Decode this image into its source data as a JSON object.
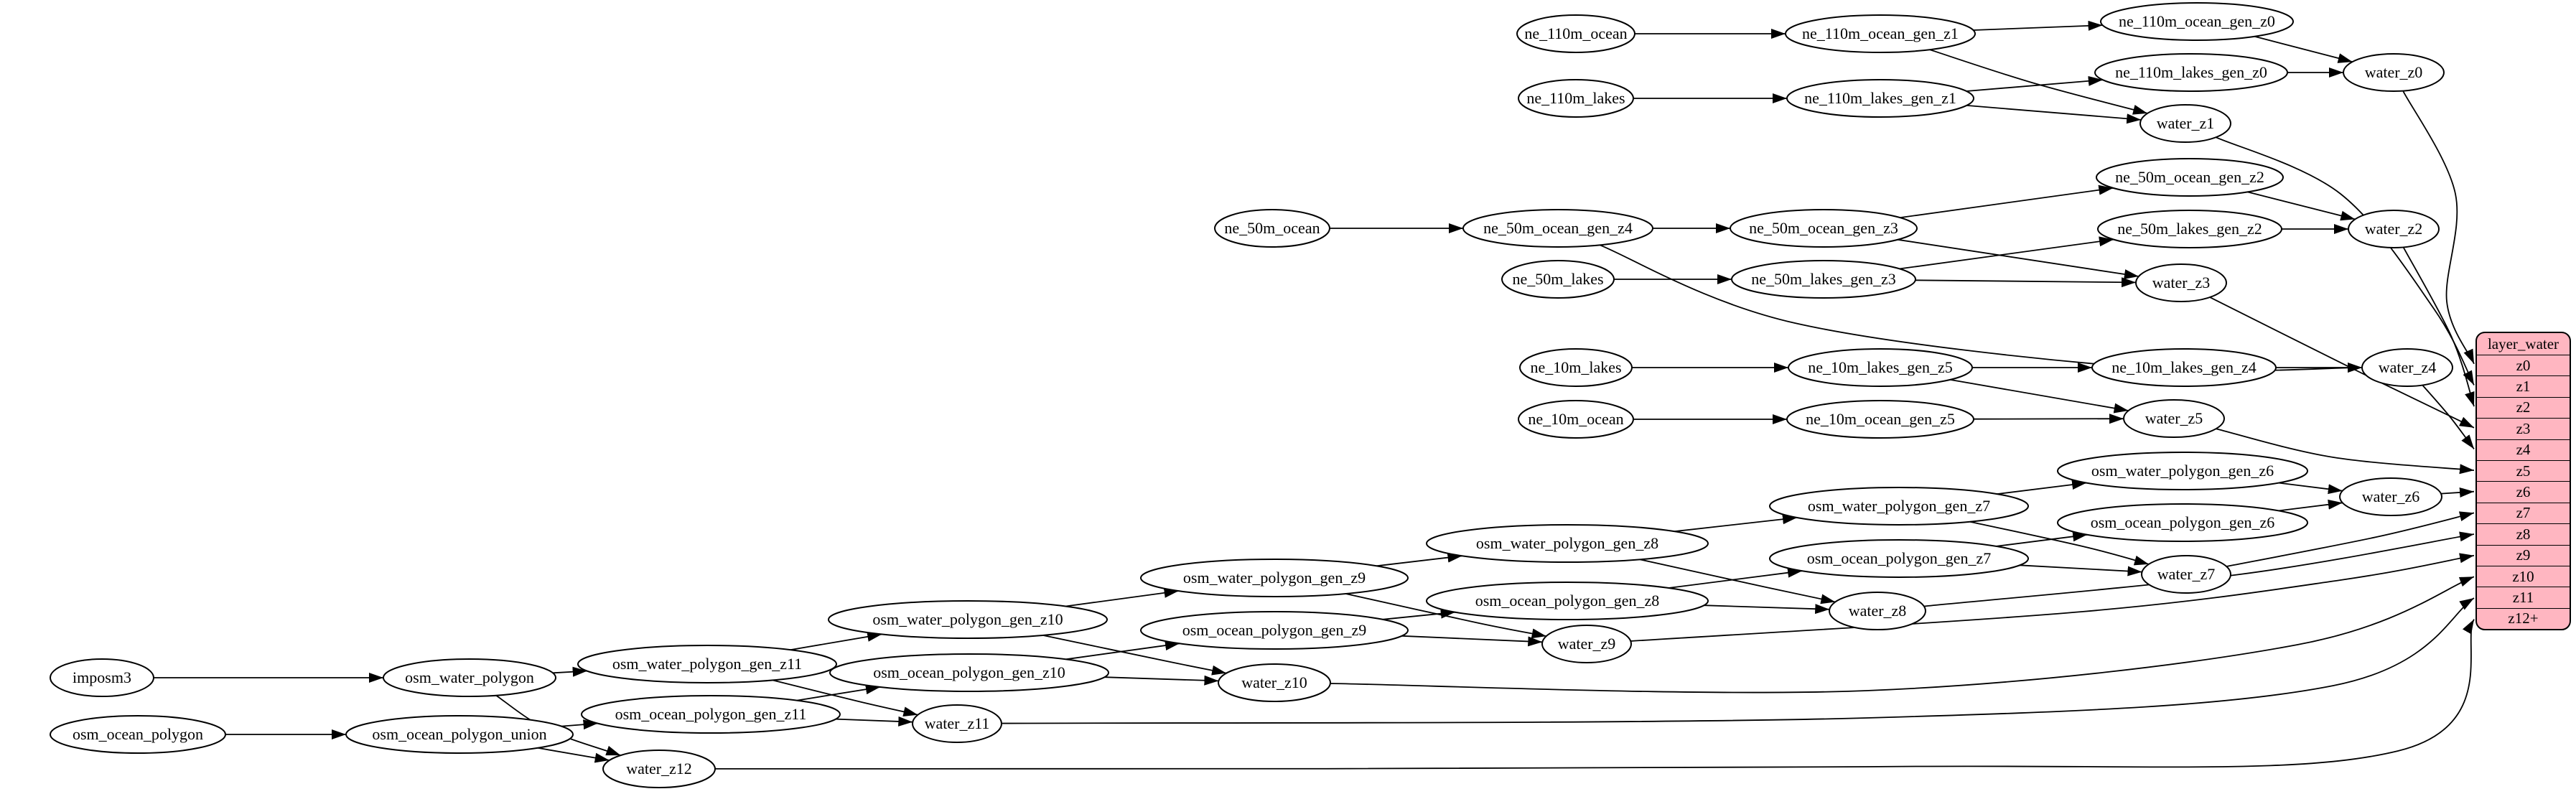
{
  "table": {
    "title": "layer_water",
    "rows": [
      "z0",
      "z1",
      "z2",
      "z3",
      "z4",
      "z5",
      "z6",
      "z7",
      "z8",
      "z9",
      "z10",
      "z11",
      "z12+"
    ]
  },
  "nodes": [
    "ne_110m_ocean",
    "ne_110m_ocean_gen_z1",
    "ne_110m_ocean_gen_z0",
    "ne_110m_lakes",
    "ne_110m_lakes_gen_z1",
    "ne_110m_lakes_gen_z0",
    "water_z0",
    "water_z1",
    "ne_50m_ocean",
    "ne_50m_ocean_gen_z4",
    "ne_50m_ocean_gen_z3",
    "ne_50m_ocean_gen_z2",
    "ne_50m_lakes",
    "ne_50m_lakes_gen_z3",
    "ne_50m_lakes_gen_z2",
    "water_z2",
    "water_z3",
    "ne_10m_lakes",
    "ne_10m_lakes_gen_z5",
    "ne_10m_lakes_gen_z4",
    "water_z4",
    "ne_10m_ocean",
    "ne_10m_ocean_gen_z5",
    "water_z5",
    "imposm3",
    "osm_water_polygon",
    "osm_ocean_polygon",
    "osm_ocean_polygon_union",
    "osm_water_polygon_gen_z11",
    "osm_ocean_polygon_gen_z11",
    "water_z12",
    "osm_water_polygon_gen_z10",
    "osm_ocean_polygon_gen_z10",
    "water_z11",
    "osm_water_polygon_gen_z9",
    "osm_ocean_polygon_gen_z9",
    "water_z10",
    "osm_water_polygon_gen_z8",
    "osm_ocean_polygon_gen_z8",
    "water_z9",
    "osm_water_polygon_gen_z7",
    "osm_ocean_polygon_gen_z7",
    "water_z8",
    "osm_water_polygon_gen_z6",
    "osm_ocean_polygon_gen_z6",
    "water_z7",
    "water_z6"
  ],
  "edges": [
    {
      "from": "ne_110m_ocean",
      "to": "ne_110m_ocean_gen_z1"
    },
    {
      "from": "ne_110m_ocean_gen_z1",
      "to": "ne_110m_ocean_gen_z0"
    },
    {
      "from": "ne_110m_ocean_gen_z1",
      "to": "water_z1"
    },
    {
      "from": "ne_110m_ocean_gen_z0",
      "to": "water_z0"
    },
    {
      "from": "ne_110m_lakes",
      "to": "ne_110m_lakes_gen_z1"
    },
    {
      "from": "ne_110m_lakes_gen_z1",
      "to": "ne_110m_lakes_gen_z0"
    },
    {
      "from": "ne_110m_lakes_gen_z1",
      "to": "water_z1"
    },
    {
      "from": "ne_110m_lakes_gen_z0",
      "to": "water_z0"
    },
    {
      "from": "water_z0",
      "to": "z0"
    },
    {
      "from": "water_z1",
      "to": "z1"
    },
    {
      "from": "ne_50m_ocean",
      "to": "ne_50m_ocean_gen_z4"
    },
    {
      "from": "ne_50m_ocean_gen_z4",
      "to": "ne_50m_ocean_gen_z3"
    },
    {
      "from": "ne_50m_ocean_gen_z4",
      "to": "water_z4"
    },
    {
      "from": "ne_50m_ocean_gen_z3",
      "to": "ne_50m_ocean_gen_z2"
    },
    {
      "from": "ne_50m_ocean_gen_z3",
      "to": "water_z3"
    },
    {
      "from": "ne_50m_lakes",
      "to": "ne_50m_lakes_gen_z3"
    },
    {
      "from": "ne_50m_lakes_gen_z3",
      "to": "ne_50m_lakes_gen_z2"
    },
    {
      "from": "ne_50m_lakes_gen_z3",
      "to": "water_z3"
    },
    {
      "from": "ne_50m_ocean_gen_z2",
      "to": "water_z2"
    },
    {
      "from": "ne_50m_lakes_gen_z2",
      "to": "water_z2"
    },
    {
      "from": "water_z2",
      "to": "z2"
    },
    {
      "from": "water_z3",
      "to": "z3"
    },
    {
      "from": "ne_10m_lakes",
      "to": "ne_10m_lakes_gen_z5"
    },
    {
      "from": "ne_10m_lakes_gen_z5",
      "to": "ne_10m_lakes_gen_z4"
    },
    {
      "from": "ne_10m_lakes_gen_z5",
      "to": "water_z5"
    },
    {
      "from": "ne_10m_lakes_gen_z4",
      "to": "water_z4"
    },
    {
      "from": "ne_10m_ocean",
      "to": "ne_10m_ocean_gen_z5"
    },
    {
      "from": "ne_10m_ocean_gen_z5",
      "to": "water_z5"
    },
    {
      "from": "water_z4",
      "to": "z4"
    },
    {
      "from": "water_z5",
      "to": "z5"
    },
    {
      "from": "imposm3",
      "to": "osm_water_polygon"
    },
    {
      "from": "osm_water_polygon",
      "to": "osm_water_polygon_gen_z11"
    },
    {
      "from": "osm_water_polygon",
      "to": "water_z12"
    },
    {
      "from": "osm_ocean_polygon",
      "to": "osm_ocean_polygon_union"
    },
    {
      "from": "osm_ocean_polygon_union",
      "to": "osm_ocean_polygon_gen_z11"
    },
    {
      "from": "osm_ocean_polygon_union",
      "to": "water_z12"
    },
    {
      "from": "osm_water_polygon_gen_z11",
      "to": "osm_water_polygon_gen_z10"
    },
    {
      "from": "osm_water_polygon_gen_z11",
      "to": "water_z11"
    },
    {
      "from": "osm_ocean_polygon_gen_z11",
      "to": "osm_ocean_polygon_gen_z10"
    },
    {
      "from": "osm_ocean_polygon_gen_z11",
      "to": "water_z11"
    },
    {
      "from": "osm_water_polygon_gen_z10",
      "to": "osm_water_polygon_gen_z9"
    },
    {
      "from": "osm_water_polygon_gen_z10",
      "to": "water_z10"
    },
    {
      "from": "osm_ocean_polygon_gen_z10",
      "to": "osm_ocean_polygon_gen_z9"
    },
    {
      "from": "osm_ocean_polygon_gen_z10",
      "to": "water_z10"
    },
    {
      "from": "osm_water_polygon_gen_z9",
      "to": "osm_water_polygon_gen_z8"
    },
    {
      "from": "osm_water_polygon_gen_z9",
      "to": "water_z9"
    },
    {
      "from": "osm_ocean_polygon_gen_z9",
      "to": "osm_ocean_polygon_gen_z8"
    },
    {
      "from": "osm_ocean_polygon_gen_z9",
      "to": "water_z9"
    },
    {
      "from": "osm_water_polygon_gen_z8",
      "to": "osm_water_polygon_gen_z7"
    },
    {
      "from": "osm_water_polygon_gen_z8",
      "to": "water_z8"
    },
    {
      "from": "osm_ocean_polygon_gen_z8",
      "to": "osm_ocean_polygon_gen_z7"
    },
    {
      "from": "osm_ocean_polygon_gen_z8",
      "to": "water_z8"
    },
    {
      "from": "osm_water_polygon_gen_z7",
      "to": "osm_water_polygon_gen_z6"
    },
    {
      "from": "osm_water_polygon_gen_z7",
      "to": "water_z7"
    },
    {
      "from": "osm_ocean_polygon_gen_z7",
      "to": "osm_ocean_polygon_gen_z6"
    },
    {
      "from": "osm_ocean_polygon_gen_z7",
      "to": "water_z7"
    },
    {
      "from": "osm_water_polygon_gen_z6",
      "to": "water_z6"
    },
    {
      "from": "osm_ocean_polygon_gen_z6",
      "to": "water_z6"
    },
    {
      "from": "water_z6",
      "to": "z6"
    },
    {
      "from": "water_z7",
      "to": "z7"
    },
    {
      "from": "water_z8",
      "to": "z8"
    },
    {
      "from": "water_z9",
      "to": "z9"
    },
    {
      "from": "water_z10",
      "to": "z10"
    },
    {
      "from": "water_z11",
      "to": "z11"
    },
    {
      "from": "water_z12",
      "to": "z12+"
    }
  ],
  "colors": {
    "table_fill": "#ffb6c1",
    "node_fill": "#ffffff",
    "stroke": "#000000",
    "background": "#ffffff"
  }
}
